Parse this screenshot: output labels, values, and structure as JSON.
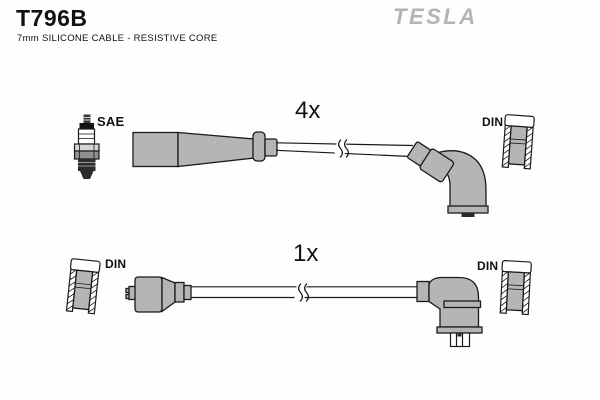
{
  "header": {
    "part_number": "T796B",
    "subtitle": "7mm SILICONE CABLE - RESISTIVE CORE",
    "brand_logo": "TESLA"
  },
  "diagram": {
    "rows": [
      {
        "quantity": "4x",
        "left_end": {
          "type": "straight tapered spark-plug boot",
          "connector_standard": "SAE"
        },
        "right_end": {
          "type": "angled elbow distributor boot",
          "connector_standard": "DIN"
        }
      },
      {
        "quantity": "1x",
        "left_end": {
          "type": "straight coil boot",
          "connector_standard": "DIN"
        },
        "right_end": {
          "type": "90-degree elbow boot",
          "connector_standard": "DIN"
        }
      }
    ]
  },
  "icons": {
    "spark_plug": "spark-plug-icon",
    "din_connector": "din-connector-cross-section-icon",
    "cable_break": "cable-break-icon"
  },
  "colors": {
    "background": "#fefefe",
    "outline": "#1a1a1a",
    "boot_gray": "#b5b5b5",
    "logo_gray": "#b4b4b4"
  }
}
